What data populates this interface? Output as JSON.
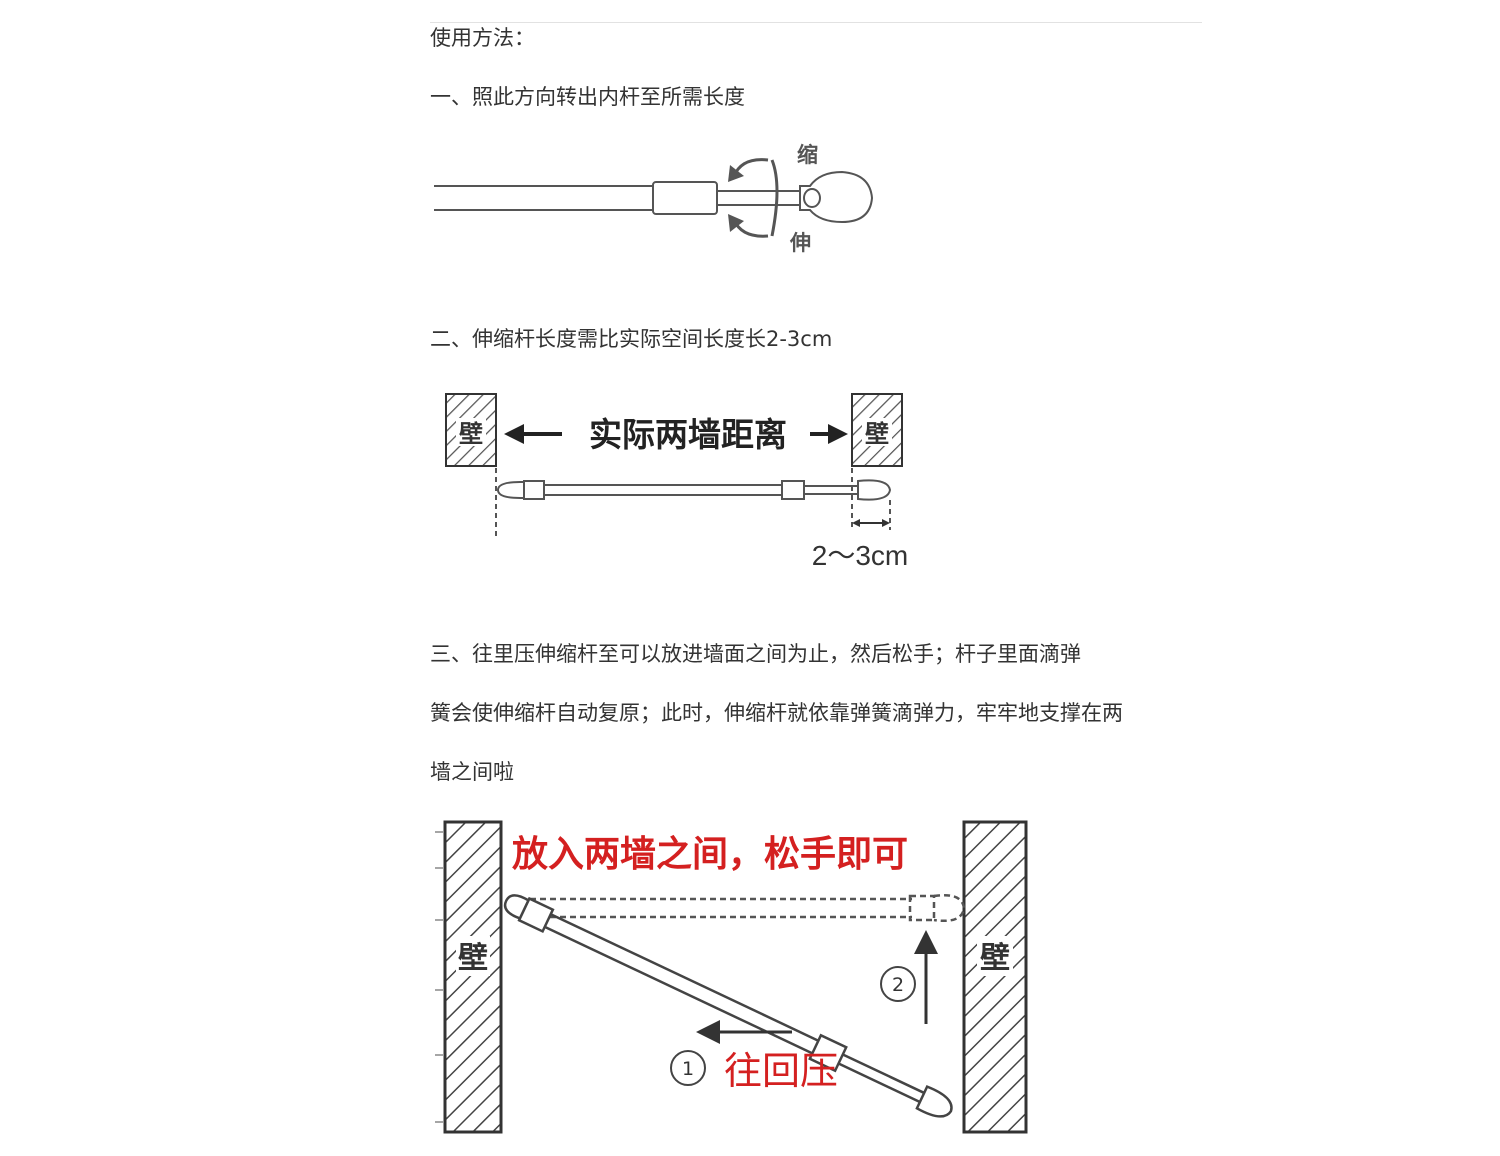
{
  "heading": "使用方法：",
  "steps": [
    {
      "text": "一、照此方向转出内杆至所需长度"
    },
    {
      "text": "二、伸缩杆长度需比实际空间长度长2-3cm"
    },
    {
      "text_lines": [
        "三、往里压伸缩杆至可以放进墙面之间为止，然后松手；杆子里面滴弹",
        "簧会使伸缩杆自动复原；此时，伸缩杆就依靠弹簧滴弹力，牢牢地支撑在两",
        "墙之间啦"
      ]
    }
  ],
  "diagram1": {
    "label_top": "缩",
    "label_bottom": "伸"
  },
  "diagram2": {
    "wall_label": "壁",
    "distance_label": "实际两墙距离",
    "extra_label": "2～3cm"
  },
  "diagram3": {
    "wall_label": "壁",
    "title": "放入两墙之间，松手即可",
    "step1_num": "1",
    "step1_label": "往回压",
    "step2_num": "2"
  },
  "colors": {
    "text": "#333333",
    "line": "#555555",
    "red": "#d42020"
  }
}
